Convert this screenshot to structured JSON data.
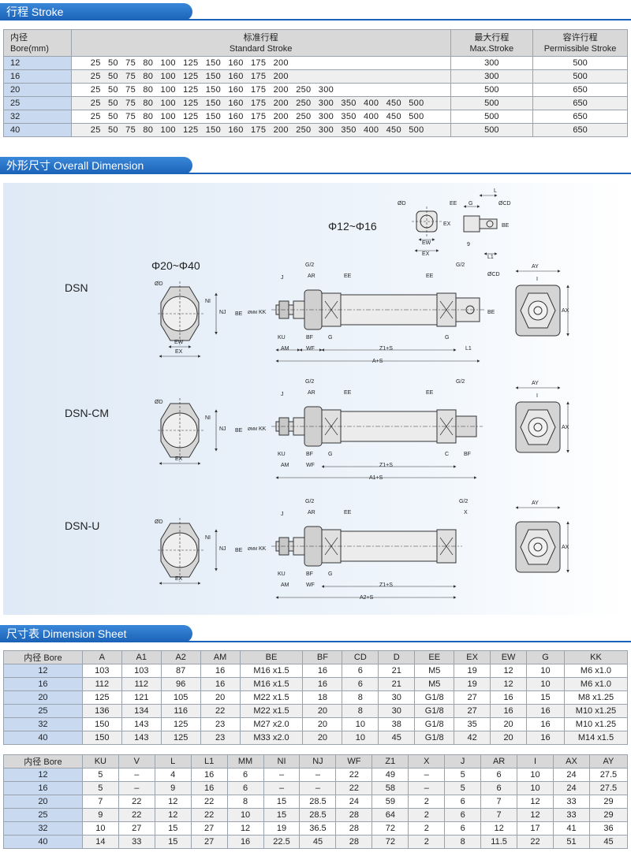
{
  "sections": {
    "stroke": "行程 Stroke",
    "overall": "外形尺寸 Overall Dimension",
    "sheet": "尺寸表 Dimension Sheet"
  },
  "stroke_table": {
    "headers": {
      "bore_cn": "内径",
      "bore_en": "Bore(mm)",
      "std_cn": "标准行程",
      "std_en": "Standard Stroke",
      "max_cn": "最大行程",
      "max_en": "Max.Stroke",
      "perm_cn": "容许行程",
      "perm_en": "Permissible Stroke"
    },
    "rows": [
      {
        "bore": "12",
        "strokes": "25 50 75 80 100 125 150 160 175 200",
        "max": "300",
        "perm": "500"
      },
      {
        "bore": "16",
        "strokes": "25 50 75 80 100 125 150 160 175 200",
        "max": "300",
        "perm": "500"
      },
      {
        "bore": "20",
        "strokes": "25 50 75 80 100 125 150 160 175 200 250 300",
        "max": "500",
        "perm": "650"
      },
      {
        "bore": "25",
        "strokes": "25 50 75 80 100 125 150 160 175 200 250 300 350 400 450 500",
        "max": "500",
        "perm": "650"
      },
      {
        "bore": "32",
        "strokes": "25 50 75 80 100 125 150 160 175 200 250 300 350 400 450 500",
        "max": "500",
        "perm": "650"
      },
      {
        "bore": "40",
        "strokes": "25 50 75 80 100 125 150 160 175 200 250 300 350 400 450 500",
        "max": "500",
        "perm": "650"
      }
    ]
  },
  "drawing": {
    "phi_small": "Φ12~Φ16",
    "phi_large": "Φ20~Φ40",
    "models": [
      "DSN",
      "DSN-CM",
      "DSN-U"
    ],
    "labels": {
      "OD": "ØD",
      "NI": "NI",
      "NJ": "NJ",
      "EW": "EW",
      "EX": "EX",
      "BE": "BE",
      "MM": "ØMM",
      "KK": "KK",
      "KU": "KU",
      "AM": "AM",
      "WF": "WF",
      "BF": "BF",
      "G": "G",
      "G2": "G/2",
      "J": "J",
      "AR": "AR",
      "EE": "EE",
      "CD": "ØCD",
      "L": "L",
      "L1": "L1",
      "AY": "AY",
      "AX": "AX",
      "I": "I",
      "C": "C",
      "X": "X",
      "Z1S": "Z1+S",
      "AS": "A+S",
      "A1S": "A1+S",
      "A2S": "A2+S",
      "nine": "9"
    }
  },
  "dim_table_1": {
    "headers": [
      "内径 Bore",
      "A",
      "A1",
      "A2",
      "AM",
      "BE",
      "BF",
      "CD",
      "D",
      "EE",
      "EX",
      "EW",
      "G",
      "KK"
    ],
    "rows": [
      [
        "12",
        "103",
        "103",
        "87",
        "16",
        "M16 x1.5",
        "16",
        "6",
        "21",
        "M5",
        "19",
        "12",
        "10",
        "M6 x1.0"
      ],
      [
        "16",
        "112",
        "112",
        "96",
        "16",
        "M16 x1.5",
        "16",
        "6",
        "21",
        "M5",
        "19",
        "12",
        "10",
        "M6 x1.0"
      ],
      [
        "20",
        "125",
        "121",
        "105",
        "20",
        "M22 x1.5",
        "18",
        "8",
        "30",
        "G1/8",
        "27",
        "16",
        "15",
        "M8 x1.25"
      ],
      [
        "25",
        "136",
        "134",
        "116",
        "22",
        "M22 x1.5",
        "20",
        "8",
        "30",
        "G1/8",
        "27",
        "16",
        "16",
        "M10 x1.25"
      ],
      [
        "32",
        "150",
        "143",
        "125",
        "23",
        "M27 x2.0",
        "20",
        "10",
        "38",
        "G1/8",
        "35",
        "20",
        "16",
        "M10 x1.25"
      ],
      [
        "40",
        "150",
        "143",
        "125",
        "23",
        "M33 x2.0",
        "20",
        "10",
        "45",
        "G1/8",
        "42",
        "20",
        "16",
        "M14 x1.5"
      ]
    ]
  },
  "dim_table_2": {
    "headers": [
      "内径 Bore",
      "KU",
      "V",
      "L",
      "L1",
      "MM",
      "NI",
      "NJ",
      "WF",
      "Z1",
      "X",
      "J",
      "AR",
      "I",
      "AX",
      "AY"
    ],
    "rows": [
      [
        "12",
        "5",
        "–",
        "4",
        "16",
        "6",
        "–",
        "–",
        "22",
        "49",
        "–",
        "5",
        "6",
        "10",
        "24",
        "27.5"
      ],
      [
        "16",
        "5",
        "–",
        "9",
        "16",
        "6",
        "–",
        "–",
        "22",
        "58",
        "–",
        "5",
        "6",
        "10",
        "24",
        "27.5"
      ],
      [
        "20",
        "7",
        "22",
        "12",
        "22",
        "8",
        "15",
        "28.5",
        "24",
        "59",
        "2",
        "6",
        "7",
        "12",
        "33",
        "29"
      ],
      [
        "25",
        "9",
        "22",
        "12",
        "22",
        "10",
        "15",
        "28.5",
        "28",
        "64",
        "2",
        "6",
        "7",
        "12",
        "33",
        "29"
      ],
      [
        "32",
        "10",
        "27",
        "15",
        "27",
        "12",
        "19",
        "36.5",
        "28",
        "72",
        "2",
        "6",
        "12",
        "17",
        "41",
        "36"
      ],
      [
        "40",
        "14",
        "33",
        "15",
        "27",
        "16",
        "22.5",
        "45",
        "28",
        "72",
        "2",
        "8",
        "11.5",
        "22",
        "51",
        "45"
      ]
    ]
  }
}
